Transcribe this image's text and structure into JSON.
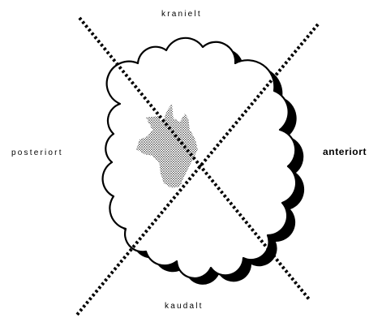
{
  "labels": {
    "top": "kranielt",
    "bottom": "kaudalt",
    "left": "posteriort",
    "right": "anteriort"
  },
  "colors": {
    "outline": "#000000",
    "fill": "#ffffff",
    "shadow": "#000000",
    "stipple": "#000000"
  }
}
